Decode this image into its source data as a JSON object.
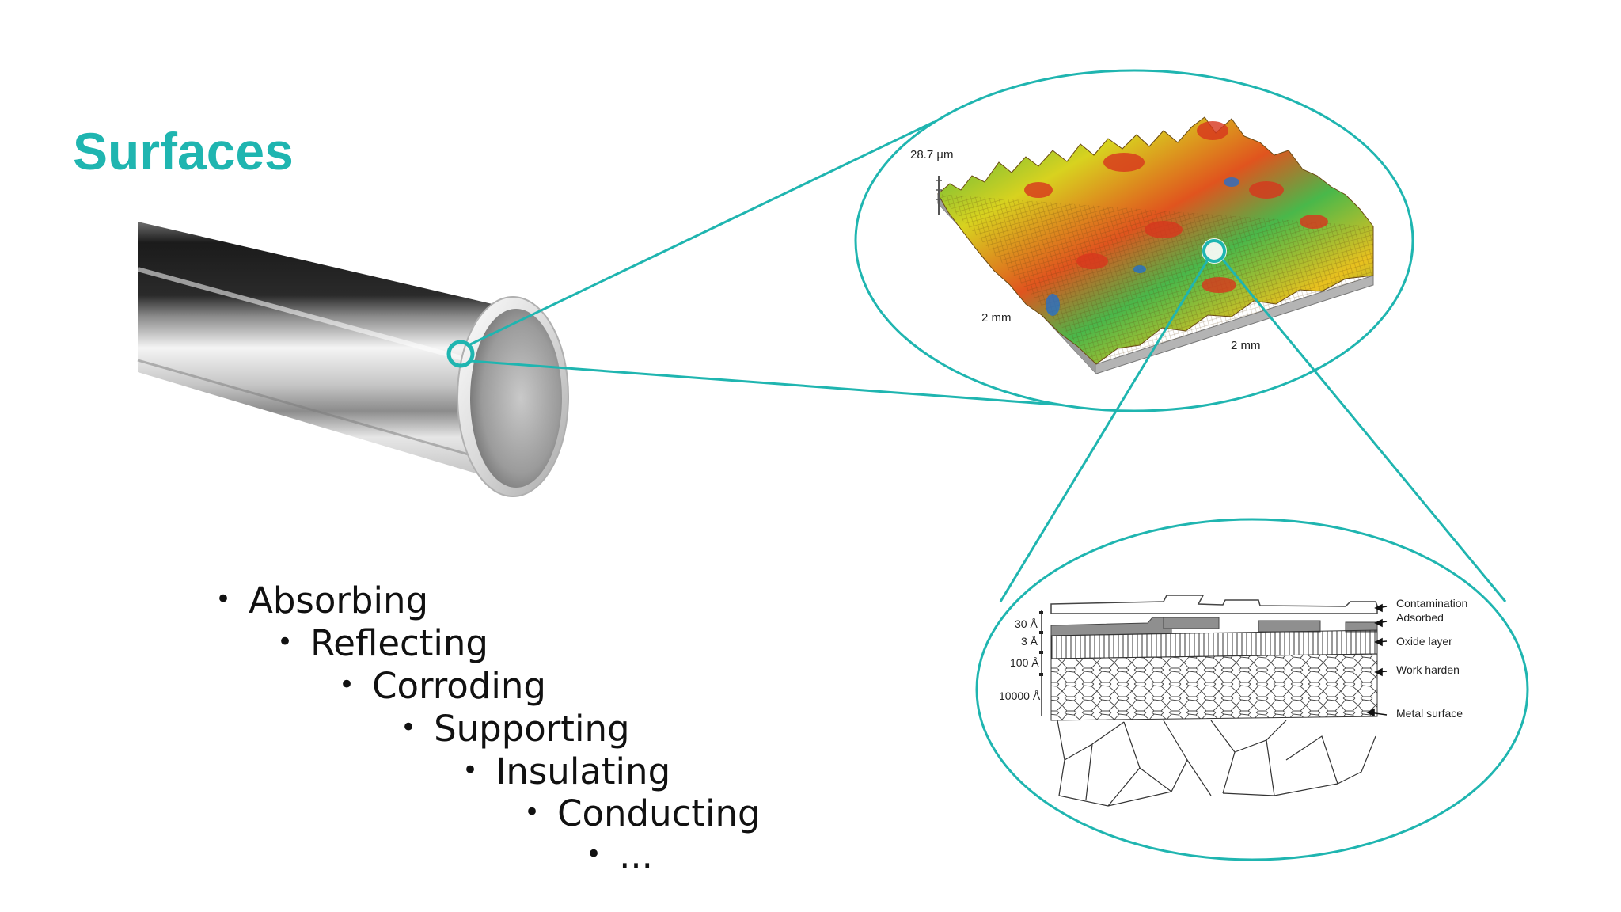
{
  "slide": {
    "title": "Surfaces",
    "accent_color": "#1fb5b0",
    "bullets": [
      "Absorbing",
      "Reflecting",
      "Corroding",
      "Supporting",
      "Insulating",
      "Conducting",
      "..."
    ]
  },
  "topography": {
    "height_label": "28.7 µm",
    "width_label_left": "2 mm",
    "width_label_right": "2 mm"
  },
  "cross_section": {
    "depth_labels": [
      "30 Å",
      "3 Å",
      "100 Å",
      "10000 Å"
    ],
    "layer_labels": [
      "Contamination",
      "Adsorbed",
      "Oxide layer",
      "Work harden",
      "Metal surface"
    ]
  }
}
